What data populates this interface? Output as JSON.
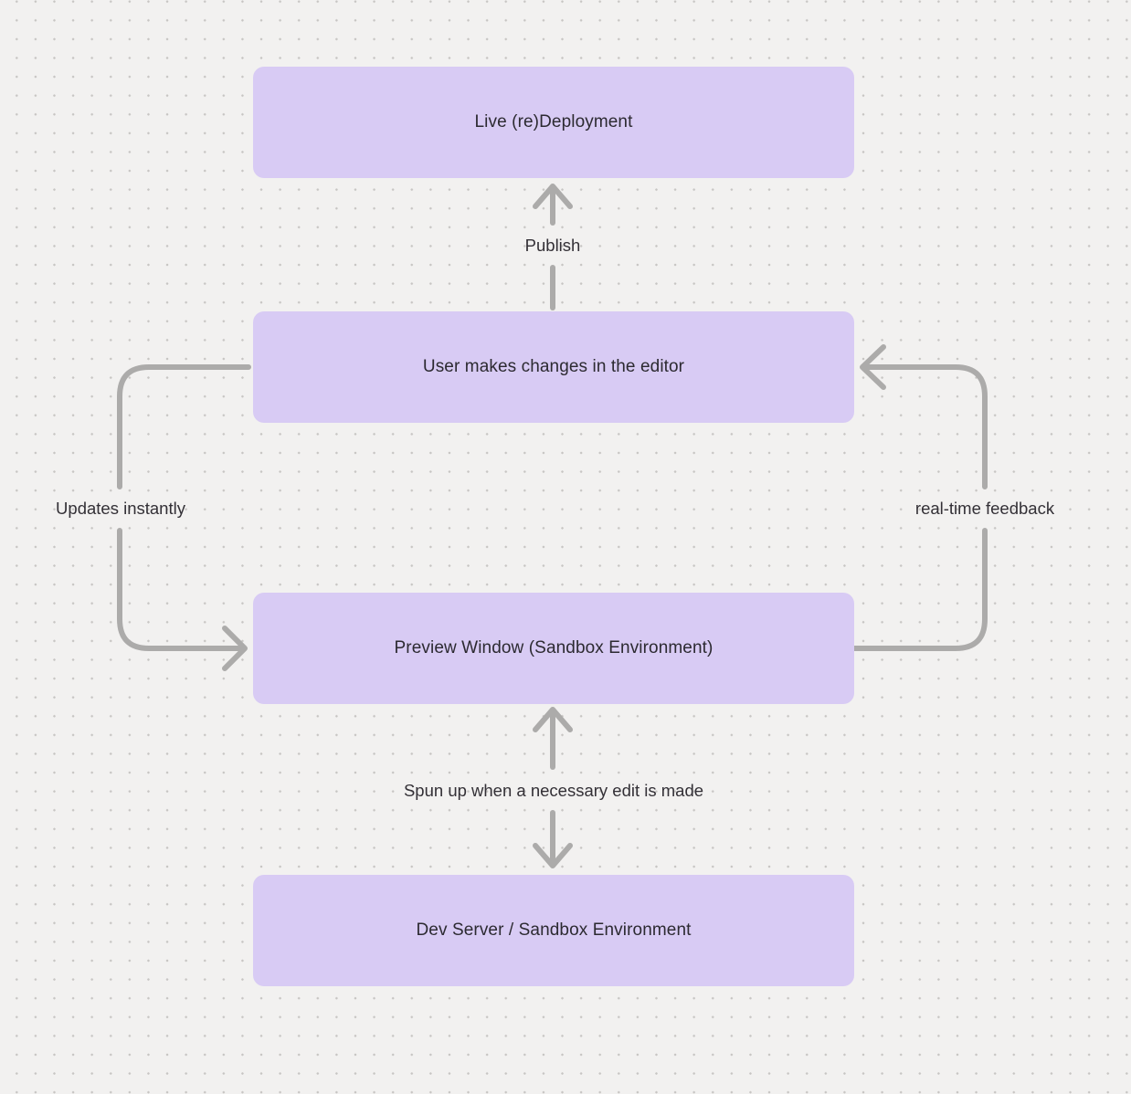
{
  "nodes": [
    {
      "id": "live-redeployment",
      "label": "Live (re)Deployment"
    },
    {
      "id": "user-editor",
      "label": "User makes changes in the editor"
    },
    {
      "id": "preview-window",
      "label": "Preview Window (Sandbox Environment)"
    },
    {
      "id": "dev-server",
      "label": "Dev Server / Sandbox Environment"
    }
  ],
  "edges": [
    {
      "id": "publish",
      "label": "Publish",
      "from": "user-editor",
      "to": "live-redeployment",
      "direction": "up"
    },
    {
      "id": "updates-instantly",
      "label": "Updates instantly",
      "from": "user-editor",
      "to": "preview-window",
      "direction": "left-loop-down"
    },
    {
      "id": "real-time-feedback",
      "label": "real-time feedback",
      "from": "preview-window",
      "to": "user-editor",
      "direction": "right-loop-up"
    },
    {
      "id": "spun-up",
      "label": "Spun up when a necessary edit is made",
      "from": "preview-window",
      "to": "dev-server",
      "direction": "bidirectional"
    }
  ],
  "colors": {
    "background": "#f2f1f0",
    "dot_grid": "#c7c5c3",
    "node_fill": "#d8cbf4",
    "connector": "#acabaa",
    "text": "#2c2a31"
  }
}
